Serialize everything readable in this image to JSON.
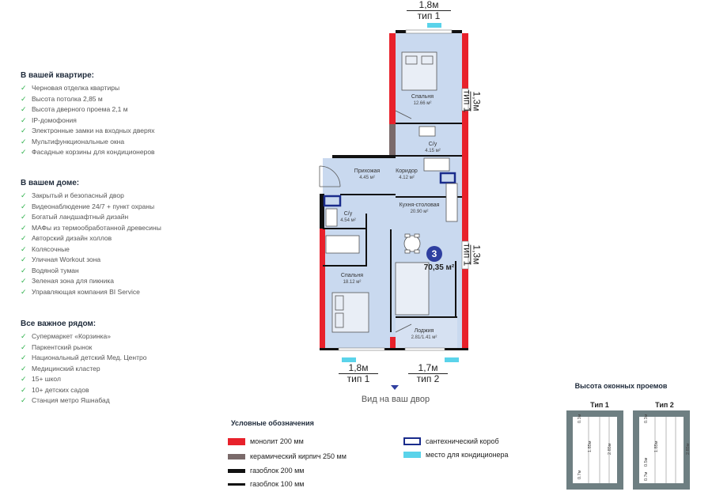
{
  "apartment_features": {
    "title": "В вашей квартире:",
    "items": [
      "Черновая отделка квартиры",
      "Высота потолка 2,85 м",
      "Высота дверного проема 2,1 м",
      "IP-домофония",
      "Электронные замки на входных дверях",
      "Мультифункциональные окна",
      "Фасадные корзины для кондиционеров"
    ]
  },
  "house_features": {
    "title": "В вашем доме:",
    "items": [
      "Закрытый и безопасный двор",
      "Видеонаблюдение 24/7 + пункт охраны",
      "Богатый ландшафтный дизайн",
      "МАФы из термообработанной древесины",
      "Авторский дизайн холлов",
      "Колясочные",
      "Уличная Workout зона",
      "Водяной туман",
      "Зеленая зона для пикника",
      "Управляющая компания BI Service"
    ]
  },
  "nearby": {
    "title": "Все важное рядом:",
    "items": [
      "Супермаркет «Корзинка»",
      "Паркентский рынок",
      "Национальный детский Мед. Центро",
      "Медицинский кластер",
      "15+ школ",
      "10+ детских садов",
      "Станция метро Яшнабад"
    ]
  },
  "windows": {
    "top": {
      "size": "1,8м",
      "type": "тип 1"
    },
    "right_upper": {
      "size": "1,3м",
      "type": "тип 1"
    },
    "right_lower": {
      "size": "1,3м",
      "type": "тип 1"
    },
    "bottom_left": {
      "size": "1,8м",
      "type": "тип 1"
    },
    "bottom_right": {
      "size": "1,7м",
      "type": "тип 2"
    }
  },
  "rooms": [
    {
      "name": "Спальня",
      "area": "12.66 м²"
    },
    {
      "name": "С/у",
      "area": "4.15 м²"
    },
    {
      "name": "Прихожая",
      "area": "4.45 м²"
    },
    {
      "name": "Коридор",
      "area": "4.12 м²"
    },
    {
      "name": "С/у",
      "area": "4.54 м²"
    },
    {
      "name": "Кухня-столовая",
      "area": "20.90 м²"
    },
    {
      "name": "Спальня",
      "area": "18.12 м²"
    },
    {
      "name": "Лоджия",
      "area": "2.81/1.41 м²"
    }
  ],
  "apartment": {
    "rooms_count": "3",
    "total_area": "70,35 м²"
  },
  "view_label": "Вид на ваш двор",
  "legend": {
    "title": "Условные обозначения",
    "items": [
      {
        "label": "монолит 200 мм",
        "color": "#e8212b"
      },
      {
        "label": "керамический кирпич 250 мм",
        "color": "#7a6a6a"
      },
      {
        "label": "газоблок 200 мм",
        "color": "#111111"
      },
      {
        "label": "газоблок 100 мм",
        "color": "#111111"
      },
      {
        "label": "сантехнический короб",
        "color": "#1a2c8c"
      },
      {
        "label": "место для кондиционера",
        "color": "#5ad3ea"
      }
    ]
  },
  "window_heights": {
    "title": "Высота оконных проемов",
    "type1": {
      "label": "Тип 1",
      "dims": [
        "0.3м",
        "1.85м",
        "0.7м",
        "2.85м"
      ]
    },
    "type2": {
      "label": "Тип 2",
      "dims": [
        "0.3м",
        "1.85м",
        "0.5м",
        "0.7м",
        "2.85м"
      ]
    }
  },
  "colors": {
    "floor": "#c9d9ef",
    "accent": "#2f3fa0",
    "monolith": "#e8212b",
    "check": "#2fb14c"
  }
}
